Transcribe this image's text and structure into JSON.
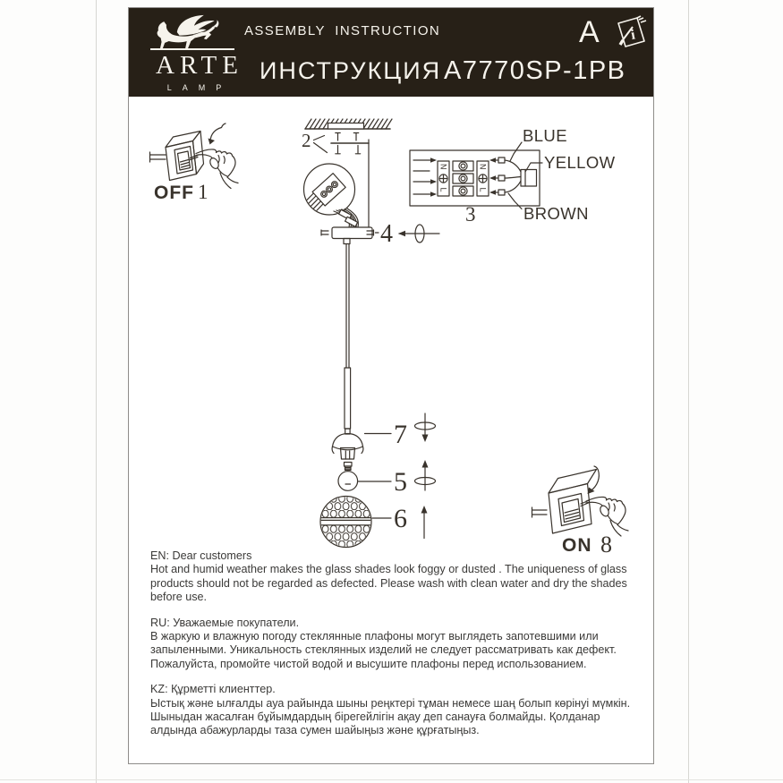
{
  "header": {
    "brand_name": "ARTE",
    "brand_sub": "LAMP",
    "title_en": "ASSEMBLY INSTRUCTION",
    "title_ru": "ИНСТРУКЦИЯ",
    "model": "A7770SP-1PB",
    "corner_letter": "A",
    "book_icon_letter": "i"
  },
  "diagram": {
    "steps": {
      "off_label": "OFF",
      "off_num": "1",
      "bracket_num": "2",
      "wiring_num": "3",
      "canopy_num": "4",
      "bulb_num": "5",
      "ball_num": "6",
      "cone_num": "7",
      "on_label": "ON",
      "on_num": "8"
    },
    "wire_labels": {
      "blue": "BLUE",
      "yellow": "YELLOW",
      "brown": "BROWN"
    },
    "terminal_labels": {
      "n_left": "N",
      "l_left": "L",
      "n_right": "N",
      "l_right": "L"
    }
  },
  "notices": {
    "en": {
      "title": "EN: Dear customers",
      "body": "Hot and humid weather makes the glass shades look foggy or dusted . The uniqueness of glass products should not be regarded as defected.  Please wash with clean water and dry the shades before use."
    },
    "ru": {
      "title": "RU: Уважаемые покупатели.",
      "body": "В жаркую и влажную погоду стеклянные плафоны могут выглядеть запотевшими или запыленными. Уникальность стеклянных изделий не следует рассматривать как дефект. Пожалуйста, промойте чистой водой и высушите плафоны перед использованием."
    },
    "kz": {
      "title": "KZ: Құрметті клиенттер.",
      "body": "Ыстық және ылғалды ауа райында шыны реңктері тұман немесе шаң болып көрінуі мүмкін. Шыныдан жасалған бұйымдардың бірегейлігін ақау деп санауға болмайды. Қолданар алдында абажурларды таза сумен шайыңыз және құрғатыңыз."
    }
  },
  "colors": {
    "header_bg": "#272017",
    "header_text": "#f6f3ec",
    "line_art": "#39332c",
    "border": "#8f8d8a"
  }
}
